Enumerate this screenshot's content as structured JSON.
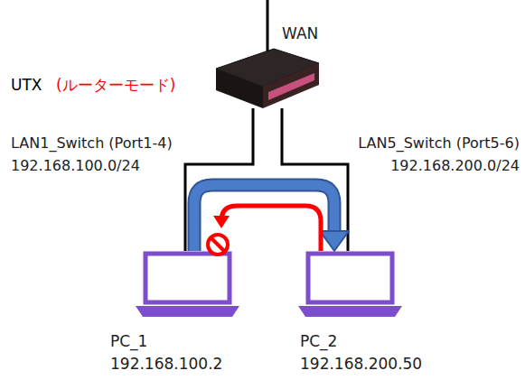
{
  "diagram": {
    "nodes": [
      {
        "text": [
          "UTX",
          "(ルーターモード)"
        ]
      },
      {
        "text": [
          "PC_1",
          "192.168.100.2"
        ]
      },
      {
        "text": [
          "PC_2",
          "192.168.200.50"
        ]
      }
    ],
    "edges": [
      {
        "from": 0,
        "to": 1,
        "arrow": "none",
        "label": "LAN1_Switch (Port1-4) 192.168.100.0/24"
      },
      {
        "from": 0,
        "to": 2,
        "arrow": "none",
        "label": "LAN5_Switch (Port5-6) 192.168.200.0/24"
      },
      {
        "from": 1,
        "to": 2,
        "arrow": "to"
      },
      {
        "from": 2,
        "to": 1,
        "arrow": "to"
      }
    ],
    "labels": [
      "WAN"
    ]
  }
}
